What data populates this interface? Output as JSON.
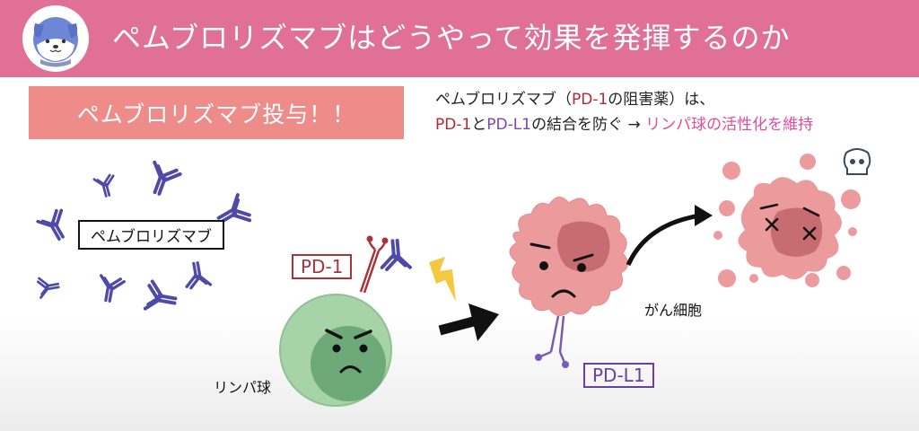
{
  "header": {
    "title": "ペムブロリズマブはどうやって効果を発揮するのか",
    "background_color": "#e07095",
    "avatar_icon": "dog-mascot-icon"
  },
  "admin_banner": {
    "label": "ペムブロリズマブ投与！！",
    "color": "#ee8c8a"
  },
  "description": {
    "line1": {
      "part1": "ペムブロリズマブ（",
      "pd1": "PD-1",
      "part2": "の阻害薬）は、"
    },
    "line2": {
      "pd1": "PD-1",
      "and": "と",
      "pdl1": "PD-L1",
      "part1": "の結合を防ぐ → ",
      "result": "リンパ球の活性化を維持"
    },
    "colors": {
      "pd1": "#b02a30",
      "pdl1": "#7a45b8",
      "result": "#e04b9b"
    }
  },
  "diagram": {
    "antibody_label": "ペムブロリズマブ",
    "pd1_label": "PD-1",
    "pdl1_label": "PD-L1",
    "lymphocyte_label": "リンパ球",
    "cancer_cell_label": "がん細胞",
    "icons": [
      "antibody-icon",
      "lightning-icon",
      "arrow-icon",
      "skull-icon"
    ]
  }
}
